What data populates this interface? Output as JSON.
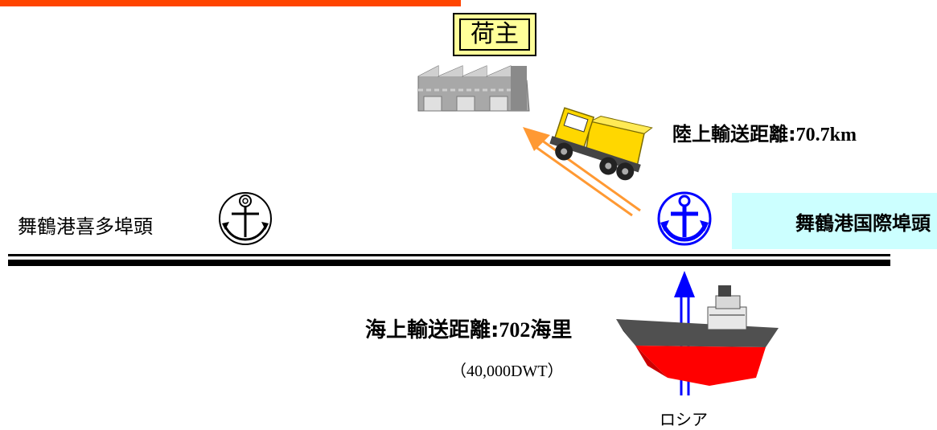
{
  "shipper": {
    "label": "荷主"
  },
  "land_transport": {
    "label": "陸上輸送距離",
    "separator": ":",
    "value": "70.7km"
  },
  "sea_transport": {
    "label": "海上輸送距離",
    "separator": ":",
    "value": "702海里"
  },
  "ports": {
    "kita": {
      "label": "舞鶴港喜多埠頭"
    },
    "international": {
      "label": "舞鶴港国際埠頭",
      "highlight_color": "#ccffff"
    }
  },
  "vessel": {
    "capacity": "（40,000DWT）"
  },
  "origin": {
    "label": "ロシア"
  },
  "colors": {
    "top_bar": "#ff4500",
    "arrow_land": "#ff9933",
    "arrow_sea": "#0000ff",
    "ship_hull": "#ff0000"
  }
}
